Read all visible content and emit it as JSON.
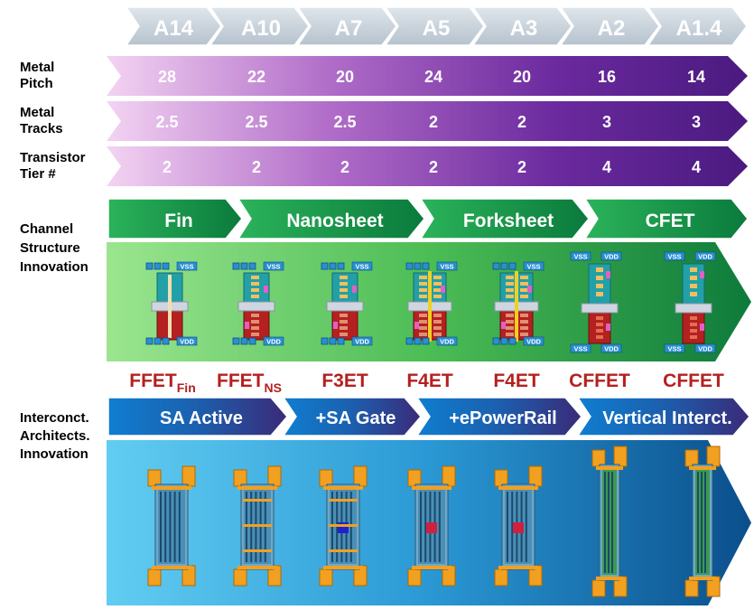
{
  "nodes": [
    "A14",
    "A10",
    "A7",
    "A5",
    "A3",
    "A2",
    "A1.4"
  ],
  "rows": [
    {
      "label": "Metal\nPitch",
      "values": [
        "28",
        "22",
        "20",
        "24",
        "20",
        "16",
        "14"
      ]
    },
    {
      "label": "Metal\nTracks",
      "values": [
        "2.5",
        "2.5",
        "2.5",
        "2",
        "2",
        "3",
        "3"
      ]
    },
    {
      "label": "Transistor\nTier #",
      "values": [
        "2",
        "2",
        "2",
        "2",
        "2",
        "4",
        "4"
      ]
    }
  ],
  "channel": {
    "label": "Channel\nStructure\nInnovation",
    "stages": [
      "Fin",
      "Nanosheet",
      "Forksheet",
      "CFET"
    ],
    "devices": [
      {
        "main": "FFET",
        "sub": "Fin",
        "variant": "fin"
      },
      {
        "main": "FFET",
        "sub": "NS",
        "variant": "ns"
      },
      {
        "main": "F3ET",
        "sub": "",
        "variant": "ns"
      },
      {
        "main": "F4ET",
        "sub": "",
        "variant": "fork"
      },
      {
        "main": "F4ET",
        "sub": "",
        "variant": "fork"
      },
      {
        "main": "CFFET",
        "sub": "",
        "variant": "cfet"
      },
      {
        "main": "CFFET",
        "sub": "",
        "variant": "cfet"
      }
    ],
    "vss": "VSS",
    "vdd": "VDD"
  },
  "interconnect": {
    "label": "Interconct.\nArchitects.\nInnovation",
    "stages": [
      "SA Active",
      "+SA Gate",
      "+ePowerRail",
      "Vertical Interct."
    ]
  },
  "colors": {
    "node_chevron": "#c8d2dc",
    "purple_light": "#ecc9ee",
    "purple_dark": "#4e1d86",
    "green_light": "#8fe08a",
    "green_dark": "#0d7a3e",
    "blue_light": "#5cc8f0",
    "blue_dark": "#0a4e8a",
    "device_red": "#b52020"
  }
}
